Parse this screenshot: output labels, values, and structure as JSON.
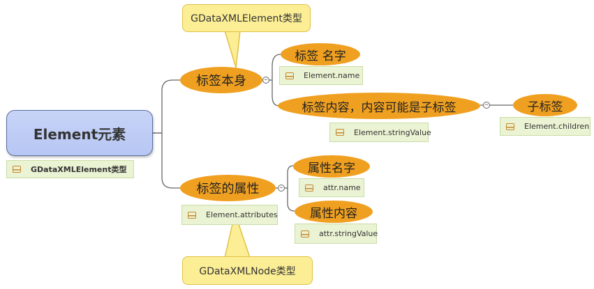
{
  "root": {
    "label": "Element元素",
    "note": "GDataXMLElement类型"
  },
  "branches": {
    "tag_itself": {
      "label": "标签本身",
      "callout": "GDataXMLElement类型",
      "children": {
        "tag_name": {
          "label": "标签 名字",
          "note": "Element.name"
        },
        "tag_content": {
          "label": "标签内容，内容可能是子标签",
          "note": "Element.stringValue",
          "child": {
            "label": "子标签",
            "note": "Element.children"
          }
        }
      }
    },
    "tag_attributes": {
      "label": "标签的属性",
      "note": "Element.attributes",
      "callout": "GDataXMLNode类型",
      "children": {
        "attr_name": {
          "label": "属性名字",
          "note": "attr.name"
        },
        "attr_content": {
          "label": "属性内容",
          "note": "attr.stringValue"
        }
      }
    }
  },
  "icons": {
    "note_icon": "note-icon",
    "collapse_icon": "collapse-icon",
    "collapse_symbol": "−"
  },
  "colors": {
    "root_fill": "#b7c6f3",
    "topic_fill": "#f0a020",
    "note_fill": "#eaf3d3",
    "callout_fill": "#fcee95",
    "connector": "#666666"
  }
}
